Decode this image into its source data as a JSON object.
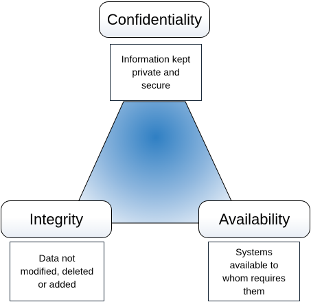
{
  "diagram": {
    "title": "",
    "nodes": [
      {
        "id": "confidentiality",
        "label": "Confidentiality",
        "description": "Information kept\nprivate and\nsecure"
      },
      {
        "id": "integrity",
        "label": "Integrity",
        "description": "Data not\nmodified, deleted\nor added"
      },
      {
        "id": "availability",
        "label": "Availability",
        "description": "Systems\navailable to\nwhom requires\nthem"
      }
    ],
    "colors": {
      "triangle_center": "#2f7fc3",
      "triangle_edge": "#e6eef7",
      "outline": "#000000"
    }
  }
}
